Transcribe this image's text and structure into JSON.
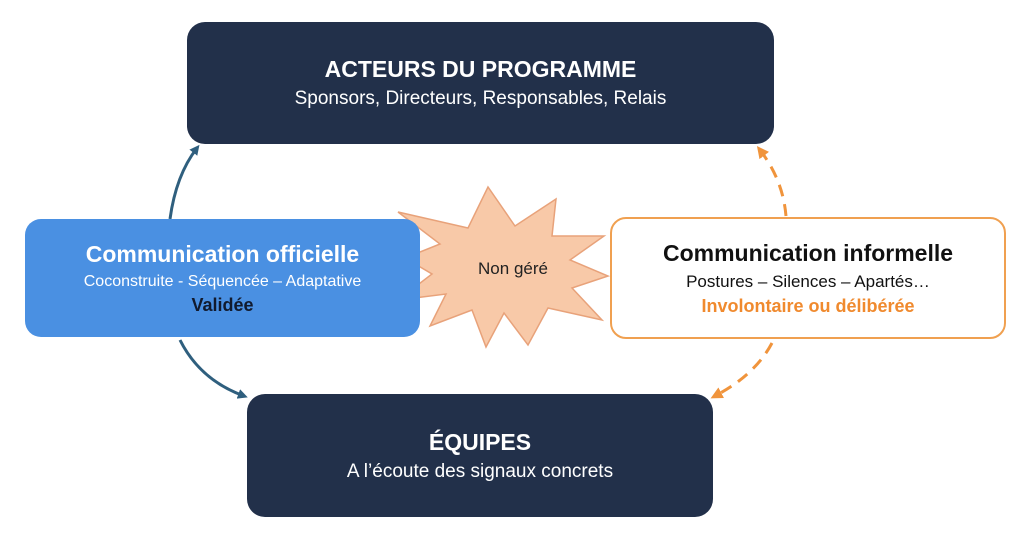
{
  "top_box": {
    "title": "ACTEURS DU PROGRAMME",
    "subtitle": "Sponsors, Directeurs, Responsables, Relais"
  },
  "bottom_box": {
    "title": "ÉQUIPES",
    "subtitle": "A l’écoute des signaux concrets"
  },
  "left_box": {
    "title": "Communication officielle",
    "subtitle": "Coconstruite - Séquencée – Adaptative",
    "emphasis": "Validée"
  },
  "right_box": {
    "title": "Communication informelle",
    "subtitle": "Postures – Silences – Apartés…",
    "emphasis": "Involontaire ou délibérée"
  },
  "burst": {
    "label": "Non géré"
  },
  "colors": {
    "dark_box": "#22304a",
    "official_blue": "#4a90e2",
    "informal_orange": "#f08a2e",
    "burst_fill": "#f8c9a8",
    "arrow_blue": "#2f5f7e"
  }
}
